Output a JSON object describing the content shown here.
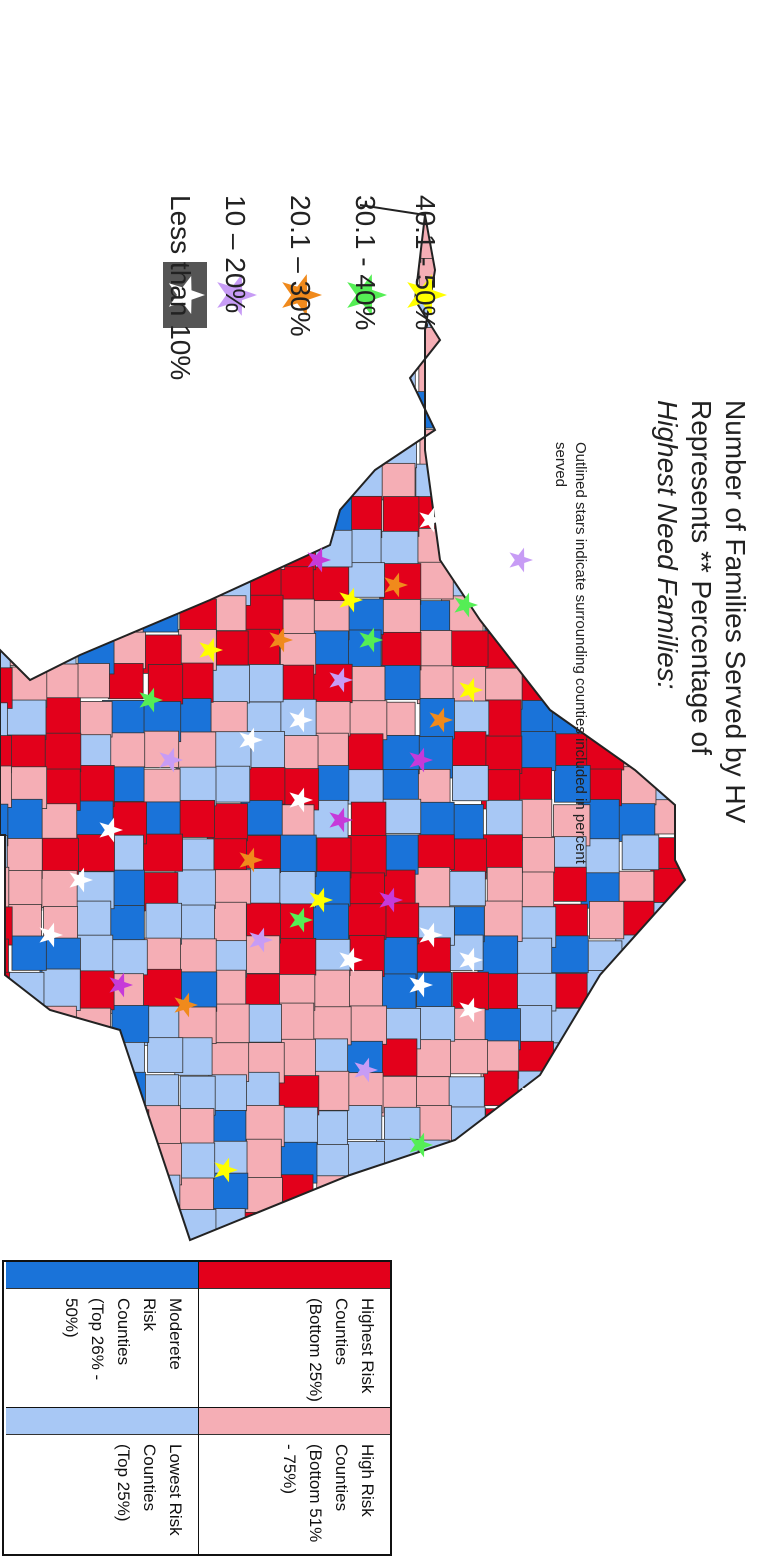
{
  "legend": {
    "title_lines": [
      "Number of Families Served by HV",
      "Represents ** Percentage of",
      "Highest Need Families:"
    ],
    "items": [
      {
        "label": "40.1 - 50%",
        "color": "#ffff00"
      },
      {
        "label": "30.1 - 40%",
        "color": "#55ee55"
      },
      {
        "label": "20.1 – 30%",
        "color": "#f08a1c"
      },
      {
        "label": "10 – 20%",
        "color": "#c79cf5"
      },
      {
        "label": "Less than 10%",
        "color": "#ffffff",
        "box": "#555555"
      }
    ],
    "note": "Outlined stars indicate surrounding counties included in percent served"
  },
  "risk_legend": [
    {
      "label": "Highest Risk Counties (Bottom 25%)",
      "color": "#e3001b"
    },
    {
      "label": "High Risk Counties (Bottom 51% - 75%)",
      "color": "#f5aeb5"
    },
    {
      "label": "Moderete Risk Counties (Top 26% - 50%)",
      "color": "#1a73d9"
    },
    {
      "label": "Lowest Risk Counties (Top 25%)",
      "color": "#a8c8f5"
    }
  ],
  "colors": {
    "highest": "#e3001b",
    "high": "#f5aeb5",
    "moderate": "#1a73d9",
    "lowest": "#a8c8f5",
    "star_magenta": "#c63ad9"
  }
}
